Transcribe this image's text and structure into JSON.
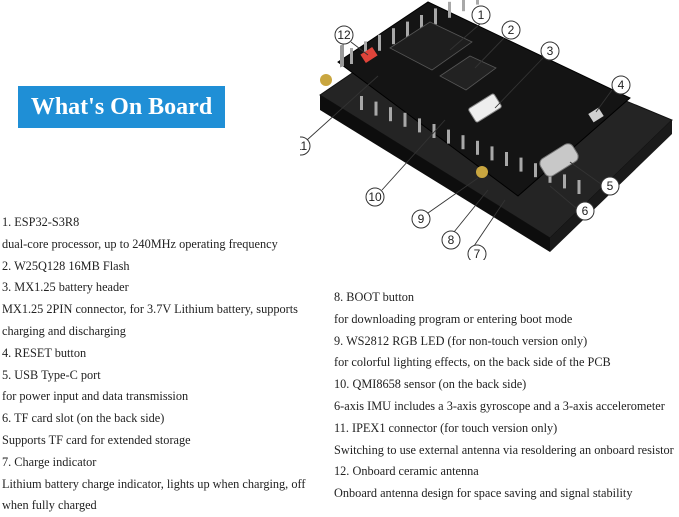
{
  "banner": {
    "title": "What's On Board"
  },
  "features_left": [
    {
      "heading": "1. ESP32-S3R8",
      "detail": [
        "dual-core processor, up to 240MHz operating frequency"
      ]
    },
    {
      "heading": "2. W25Q128 16MB Flash",
      "detail": []
    },
    {
      "heading": "3. MX1.25 battery header",
      "detail": [
        "MX1.25 2PIN connector, for 3.7V Lithium battery, supports",
        "charging and discharging"
      ]
    },
    {
      "heading": "4. RESET button",
      "detail": []
    },
    {
      "heading": "5. USB Type-C port",
      "detail": [
        "for power input and data transmission"
      ]
    },
    {
      "heading": "6. TF card slot (on the back side)",
      "detail": [
        "Supports TF card for extended storage"
      ]
    },
    {
      "heading": "7. Charge indicator",
      "detail": [
        "Lithium battery charge indicator, lights up when charging, off",
        "when fully charged"
      ]
    }
  ],
  "features_right": [
    {
      "heading": "8. BOOT button",
      "detail": [
        "for downloading program or entering boot mode"
      ]
    },
    {
      "heading": "9. WS2812 RGB LED (for non-touch version only)",
      "detail": [
        "for colorful lighting effects, on the back side of the PCB"
      ]
    },
    {
      "heading": "10. QMI8658 sensor (on the back side)",
      "detail": [
        "6-axis IMU includes a 3-axis gyroscope and a 3-axis accelerometer"
      ]
    },
    {
      "heading": "11. IPEX1 connector (for touch version only)",
      "detail": [
        "Switching to use external antenna via resoldering an onboard resistor"
      ]
    },
    {
      "heading": "12. Onboard ceramic antenna",
      "detail": [
        "Onboard antenna design for space saving and signal stability"
      ]
    }
  ],
  "callouts": [
    "1",
    "2",
    "3",
    "4",
    "5",
    "6",
    "7",
    "8",
    "9",
    "10",
    "11",
    "12"
  ],
  "colors": {
    "banner": "#1f8fd6",
    "pcb": "#141414",
    "frame": "#2a2a2a",
    "antenna": "#e0443a",
    "usb": "#c8c8c8",
    "gold": "#c9a640"
  }
}
